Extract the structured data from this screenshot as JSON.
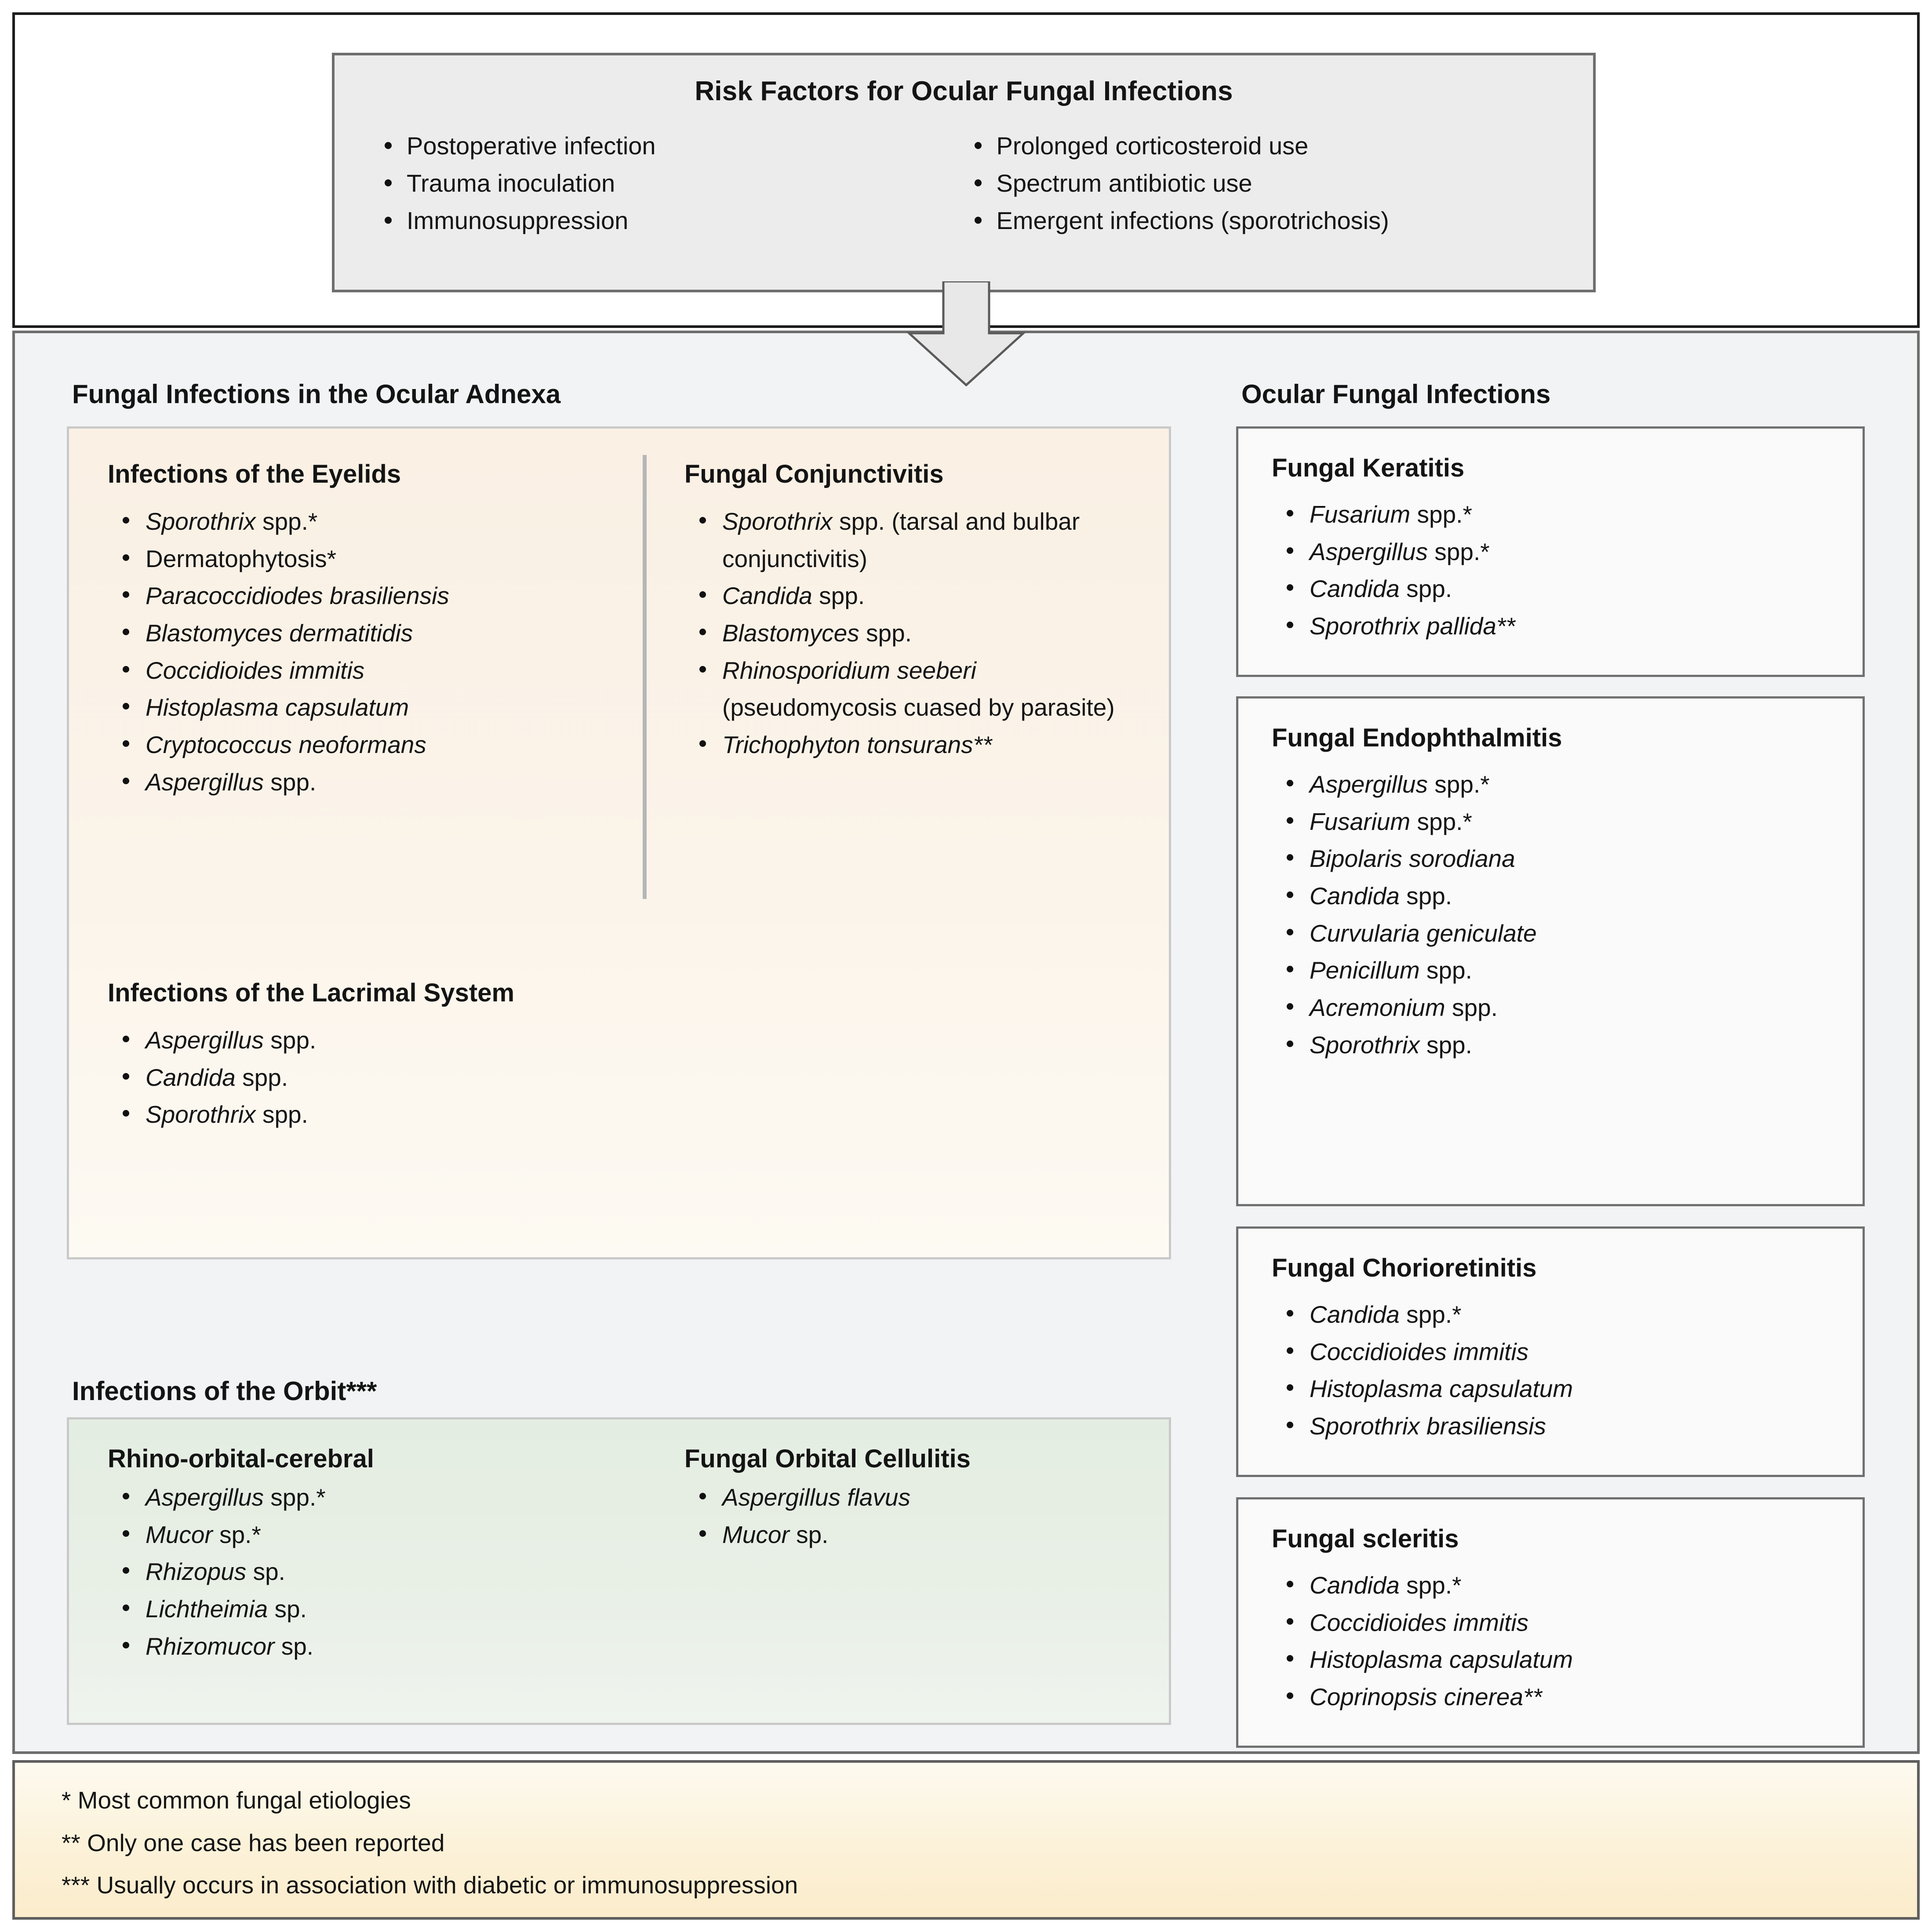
{
  "risk_factors": {
    "title": "Risk Factors for Ocular Fungal Infections",
    "left": [
      "Postoperative infection",
      "Trauma inoculation",
      "Immunosuppression"
    ],
    "right": [
      "Prolonged corticosteroid use",
      "Spectrum antibiotic use",
      "Emergent infections (sporotrichosis)"
    ]
  },
  "adnexa": {
    "heading": "Fungal Infections in the Ocular Adnexa",
    "eyelids": {
      "title": "Infections of the Eyelids",
      "items": [
        {
          "italic": "Sporothrix",
          "plain": " spp.*"
        },
        {
          "italic": "",
          "plain": "Dermatophytosis*"
        },
        {
          "italic": "Paracoccidiodes brasiliensis",
          "plain": ""
        },
        {
          "italic": "Blastomyces dermatitidis",
          "plain": ""
        },
        {
          "italic": "Coccidioides immitis",
          "plain": ""
        },
        {
          "italic": "Histoplasma capsulatum",
          "plain": ""
        },
        {
          "italic": "Cryptococcus neoformans",
          "plain": ""
        },
        {
          "italic": "Aspergillus",
          "plain": " spp."
        }
      ]
    },
    "conjunctivitis": {
      "title": "Fungal Conjunctivitis",
      "items": [
        {
          "italic": "Sporothrix",
          "plain": " spp. (tarsal and bulbar conjunctivitis)"
        },
        {
          "italic": "Candida",
          "plain": " spp."
        },
        {
          "italic": "Blastomyces",
          "plain": " spp."
        },
        {
          "italic": "Rhinosporidium seeberi",
          "plain": " (pseudomycosis cuased by parasite)"
        },
        {
          "italic": "Trichophyton tonsurans**",
          "plain": ""
        }
      ]
    },
    "lacrimal": {
      "title": "Infections of the Lacrimal System",
      "items": [
        {
          "italic": "Aspergillus",
          "plain": " spp."
        },
        {
          "italic": "Candida",
          "plain": " spp."
        },
        {
          "italic": "Sporothrix",
          "plain": " spp."
        }
      ]
    }
  },
  "orbit": {
    "heading": "Infections of the Orbit***",
    "rhino": {
      "title": "Rhino-orbital-cerebral",
      "items": [
        {
          "italic": "Aspergillus",
          "plain": " spp.*"
        },
        {
          "italic": "Mucor",
          "plain": " sp.*"
        },
        {
          "italic": "Rhizopus",
          "plain": " sp."
        },
        {
          "italic": "Lichtheimia",
          "plain": " sp."
        },
        {
          "italic": "Rhizomucor",
          "plain": " sp."
        }
      ]
    },
    "cellulitis": {
      "title": "Fungal Orbital Cellulitis",
      "items": [
        {
          "italic": "Aspergillus flavus",
          "plain": ""
        },
        {
          "italic": "Mucor",
          "plain": " sp."
        }
      ]
    }
  },
  "ocular": {
    "heading": "Ocular Fungal Infections",
    "keratitis": {
      "title": "Fungal Keratitis",
      "items": [
        {
          "italic": "Fusarium",
          "plain": " spp.*"
        },
        {
          "italic": "Aspergillus",
          "plain": " spp.*"
        },
        {
          "italic": "Candida",
          "plain": " spp."
        },
        {
          "italic": "Sporothrix pallida**",
          "plain": ""
        }
      ]
    },
    "endophthalmitis": {
      "title": "Fungal Endophthalmitis",
      "items": [
        {
          "italic": "Aspergillus",
          "plain": " spp.*"
        },
        {
          "italic": "Fusarium",
          "plain": " spp.*"
        },
        {
          "italic": "Bipolaris sorodiana",
          "plain": ""
        },
        {
          "italic": "Candida",
          "plain": " spp."
        },
        {
          "italic": "Curvularia geniculate",
          "plain": ""
        },
        {
          "italic": "Penicillum",
          "plain": " spp."
        },
        {
          "italic": "Acremonium",
          "plain": " spp."
        },
        {
          "italic": "Sporothrix",
          "plain": " spp."
        }
      ]
    },
    "chorioretinitis": {
      "title": "Fungal Chorioretinitis",
      "items": [
        {
          "italic": "Candida",
          "plain": " spp.*"
        },
        {
          "italic": "Coccidioides immitis",
          "plain": ""
        },
        {
          "italic": "Histoplasma capsulatum",
          "plain": ""
        },
        {
          "italic": "Sporothrix brasiliensis",
          "plain": ""
        }
      ]
    },
    "scleritis": {
      "title": "Fungal scleritis",
      "items": [
        {
          "italic": "Candida",
          "plain": " spp.*"
        },
        {
          "italic": "Coccidioides immitis",
          "plain": ""
        },
        {
          "italic": "Histoplasma capsulatum",
          "plain": ""
        },
        {
          "italic": "Coprinopsis cinerea**",
          "plain": ""
        }
      ]
    }
  },
  "footnotes": [
    "* Most common fungal etiologies",
    "** Only one case has been reported",
    "*** Usually occurs in association with diabetic or immunosuppression"
  ],
  "colors": {
    "panel_bg": "#f2f3f4",
    "risk_box_bg": "#ececec",
    "adnexa_bg": "#faf0e4",
    "orbit_bg": "#e4ede2",
    "footnote_bg": "#fbeccb",
    "box_border": "#707070"
  }
}
